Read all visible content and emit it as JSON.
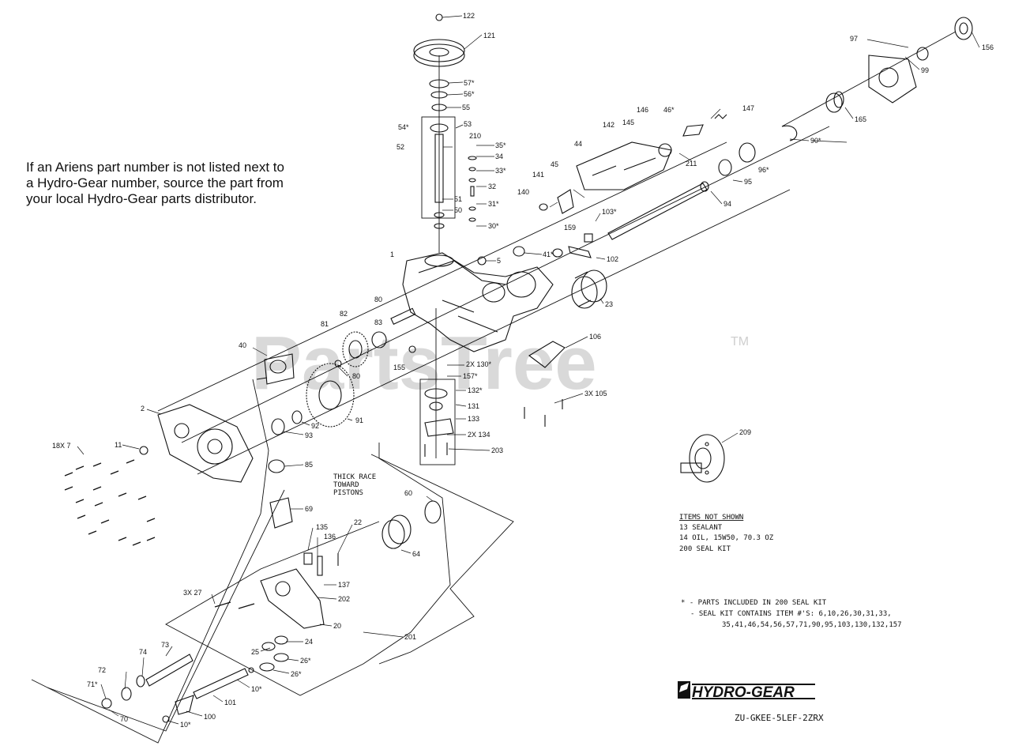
{
  "note_lines": [
    "If an Ariens part number is not listed next to",
    "a Hydro-Gear number, source the part from",
    "your local Hydro-Gear parts distributor."
  ],
  "watermark": "PartsTree",
  "watermark_tm": "TM",
  "thick_race_note": [
    "THICK RACE",
    "TOWARD",
    "PISTONS"
  ],
  "items_not_shown": {
    "title": "ITEMS NOT SHOWN",
    "lines": [
      "13 SEALANT",
      "14 OIL, 15W50, 70.3 OZ",
      "200 SEAL KIT"
    ]
  },
  "seal_kit_note": {
    "lines": [
      "* - PARTS INCLUDED IN 200 SEAL KIT",
      "- SEAL KIT CONTAINS ITEM #'S: 6,10,26,30,31,33,",
      "35,41,46,54,56,57,71,90,95,103,130,132,157"
    ]
  },
  "brand": "HYDRO-GEAR",
  "model": "ZU-GKEE-5LEF-2ZRX",
  "callouts": [
    {
      "id": "c122",
      "text": "122"
    },
    {
      "id": "c121",
      "text": "121"
    },
    {
      "id": "c57",
      "text": "57*"
    },
    {
      "id": "c56",
      "text": "56*"
    },
    {
      "id": "c55",
      "text": "55"
    },
    {
      "id": "c54",
      "text": "54*"
    },
    {
      "id": "c53",
      "text": "53"
    },
    {
      "id": "c52",
      "text": "52"
    },
    {
      "id": "c210",
      "text": "210"
    },
    {
      "id": "c35",
      "text": "35*"
    },
    {
      "id": "c34",
      "text": "34"
    },
    {
      "id": "c33",
      "text": "33*"
    },
    {
      "id": "c32",
      "text": "32"
    },
    {
      "id": "c51",
      "text": "51"
    },
    {
      "id": "c50",
      "text": "50"
    },
    {
      "id": "c31",
      "text": "31*"
    },
    {
      "id": "c30",
      "text": "30*"
    },
    {
      "id": "c1",
      "text": "1"
    },
    {
      "id": "c41",
      "text": "41*"
    },
    {
      "id": "c5",
      "text": "5"
    },
    {
      "id": "c140",
      "text": "140"
    },
    {
      "id": "c141",
      "text": "141"
    },
    {
      "id": "c45",
      "text": "45"
    },
    {
      "id": "c44",
      "text": "44"
    },
    {
      "id": "c142",
      "text": "142"
    },
    {
      "id": "c145",
      "text": "145"
    },
    {
      "id": "c146",
      "text": "146"
    },
    {
      "id": "c46",
      "text": "46*"
    },
    {
      "id": "c147",
      "text": "147"
    },
    {
      "id": "c211",
      "text": "211"
    },
    {
      "id": "c97",
      "text": "97"
    },
    {
      "id": "c156",
      "text": "156"
    },
    {
      "id": "c99",
      "text": "99"
    },
    {
      "id": "c165",
      "text": "165"
    },
    {
      "id": "c90",
      "text": "90*"
    },
    {
      "id": "c96",
      "text": "96*"
    },
    {
      "id": "c95",
      "text": "95"
    },
    {
      "id": "c94",
      "text": "94"
    },
    {
      "id": "c103",
      "text": "103*"
    },
    {
      "id": "c159",
      "text": "159"
    },
    {
      "id": "c102",
      "text": "102"
    },
    {
      "id": "c23",
      "text": "23"
    },
    {
      "id": "c106",
      "text": "106"
    },
    {
      "id": "c80",
      "text": "80"
    },
    {
      "id": "c82",
      "text": "82"
    },
    {
      "id": "c83",
      "text": "83"
    },
    {
      "id": "c81",
      "text": "81"
    },
    {
      "id": "c80b",
      "text": "80"
    },
    {
      "id": "c40",
      "text": "40"
    },
    {
      "id": "c155",
      "text": "155"
    },
    {
      "id": "c130",
      "text": "2X 130*"
    },
    {
      "id": "c157",
      "text": "157*"
    },
    {
      "id": "c132",
      "text": "132*"
    },
    {
      "id": "c131",
      "text": "131"
    },
    {
      "id": "c133",
      "text": "133"
    },
    {
      "id": "c134",
      "text": "2X 134"
    },
    {
      "id": "c203",
      "text": "203"
    },
    {
      "id": "c105",
      "text": "3X 105"
    },
    {
      "id": "c2",
      "text": "2"
    },
    {
      "id": "c7",
      "text": "18X 7"
    },
    {
      "id": "c11",
      "text": "11"
    },
    {
      "id": "c91",
      "text": "91"
    },
    {
      "id": "c92",
      "text": "92"
    },
    {
      "id": "c93",
      "text": "93"
    },
    {
      "id": "c85",
      "text": "85"
    },
    {
      "id": "c69",
      "text": "69"
    },
    {
      "id": "c60",
      "text": "60"
    },
    {
      "id": "c22",
      "text": "22"
    },
    {
      "id": "c135",
      "text": "135"
    },
    {
      "id": "c136",
      "text": "136"
    },
    {
      "id": "c64",
      "text": "64"
    },
    {
      "id": "c137",
      "text": "137"
    },
    {
      "id": "c202",
      "text": "202"
    },
    {
      "id": "c27",
      "text": "3X 27"
    },
    {
      "id": "c20",
      "text": "20"
    },
    {
      "id": "c24",
      "text": "24"
    },
    {
      "id": "c25",
      "text": "25"
    },
    {
      "id": "c26",
      "text": "26*"
    },
    {
      "id": "c26b",
      "text": "26*"
    },
    {
      "id": "c201",
      "text": "201"
    },
    {
      "id": "c73",
      "text": "73"
    },
    {
      "id": "c74",
      "text": "74"
    },
    {
      "id": "c72",
      "text": "72"
    },
    {
      "id": "c71",
      "text": "71*"
    },
    {
      "id": "c70",
      "text": "70"
    },
    {
      "id": "c10",
      "text": "10*"
    },
    {
      "id": "c101",
      "text": "101"
    },
    {
      "id": "c100",
      "text": "100"
    },
    {
      "id": "c10b",
      "text": "10*"
    },
    {
      "id": "c209",
      "text": "209"
    }
  ]
}
